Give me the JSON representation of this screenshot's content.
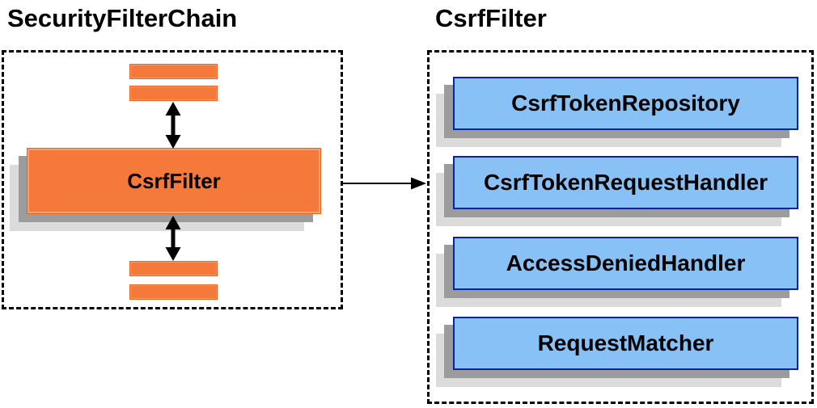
{
  "left_panel": {
    "title": "SecurityFilterChain",
    "csrf_filter_box": {
      "label": "CsrfFilter"
    }
  },
  "right_panel": {
    "title": "CsrfFilter",
    "components": [
      {
        "label": "CsrfTokenRepository"
      },
      {
        "label": "CsrfTokenRequestHandler"
      },
      {
        "label": "AccessDeniedHandler"
      },
      {
        "label": "RequestMatcher"
      }
    ]
  },
  "icons": {
    "bidirectional_arrow": "double-headed vertical arrow",
    "flow_arrow": "right-pointing arrow"
  },
  "colors": {
    "orange_fill": "#F4793B",
    "orange_border": "#E2641F",
    "orange_highlight": "#FB9E69",
    "blue_fill": "#88C1F6",
    "blue_border": "#0C22A5",
    "shadow_dark": "#9C9C9C",
    "shadow_light": "#DBDBDB",
    "text": "#000000",
    "bg": "#FFFFFF"
  }
}
